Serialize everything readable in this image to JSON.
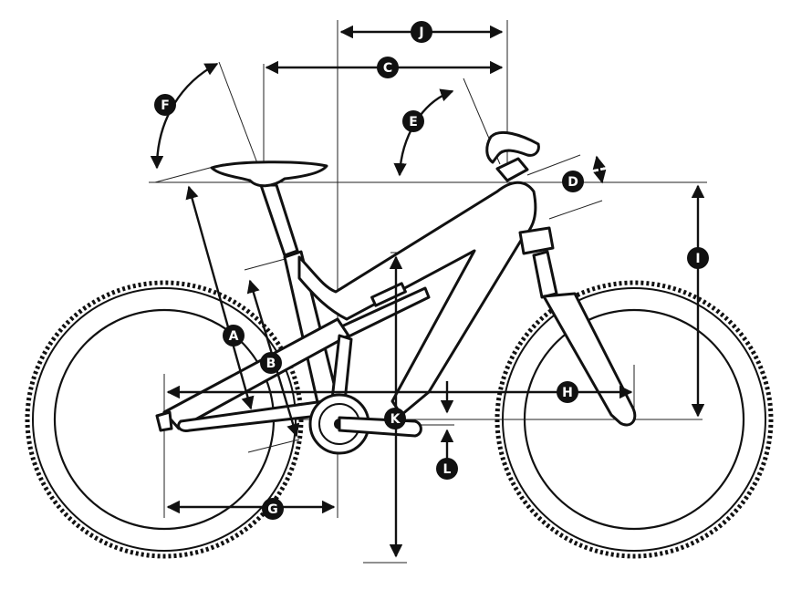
{
  "labels": {
    "A": "A",
    "B": "B",
    "C": "C",
    "D": "D",
    "E": "E",
    "F": "F",
    "G": "G",
    "H": "H",
    "I": "I",
    "J": "J",
    "K": "K",
    "L": "L"
  }
}
